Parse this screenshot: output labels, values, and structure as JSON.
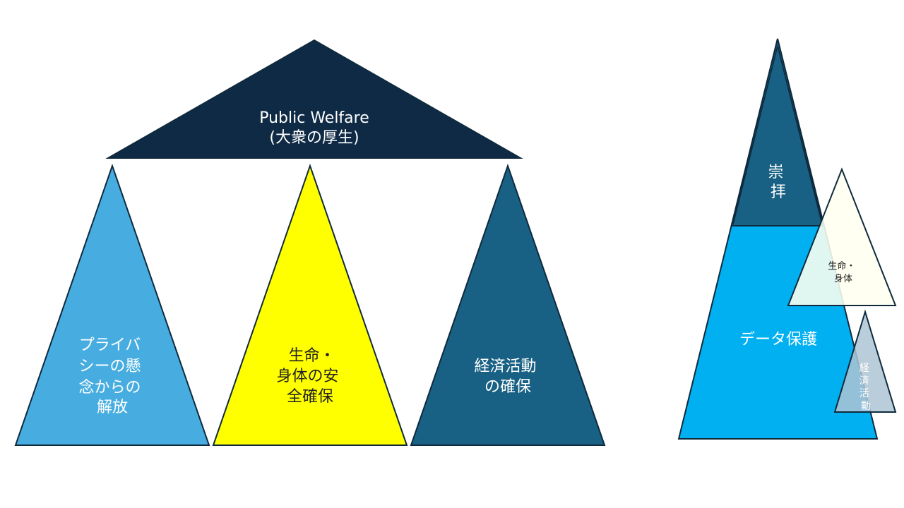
{
  "roof": {
    "line1": "Public Welfare",
    "line2": "(大衆の厚生)"
  },
  "pillars": [
    {
      "lines": [
        "プライバ",
        "シーの懸",
        "念からの",
        "解放"
      ],
      "color": "#47ADE0"
    },
    {
      "lines": [
        "生命・",
        "身体の安",
        "全確保"
      ],
      "color": "#FFFF00"
    },
    {
      "lines": [
        "経済活動",
        "の確保"
      ],
      "color": "#186184"
    }
  ],
  "right": {
    "top": {
      "lines": [
        "崇",
        "拝"
      ],
      "color": "#186184"
    },
    "base": {
      "label": "データ保護",
      "color": "#00B0F0"
    },
    "life": {
      "lines": [
        "生命・",
        "身体"
      ],
      "color": "#FFFFF0"
    },
    "econ": {
      "lines": [
        "経",
        "済",
        "活",
        "動"
      ],
      "color": "#AEC4D4"
    }
  },
  "colors": {
    "roof": "#0F2A45",
    "outline": "#0F2A3D"
  }
}
